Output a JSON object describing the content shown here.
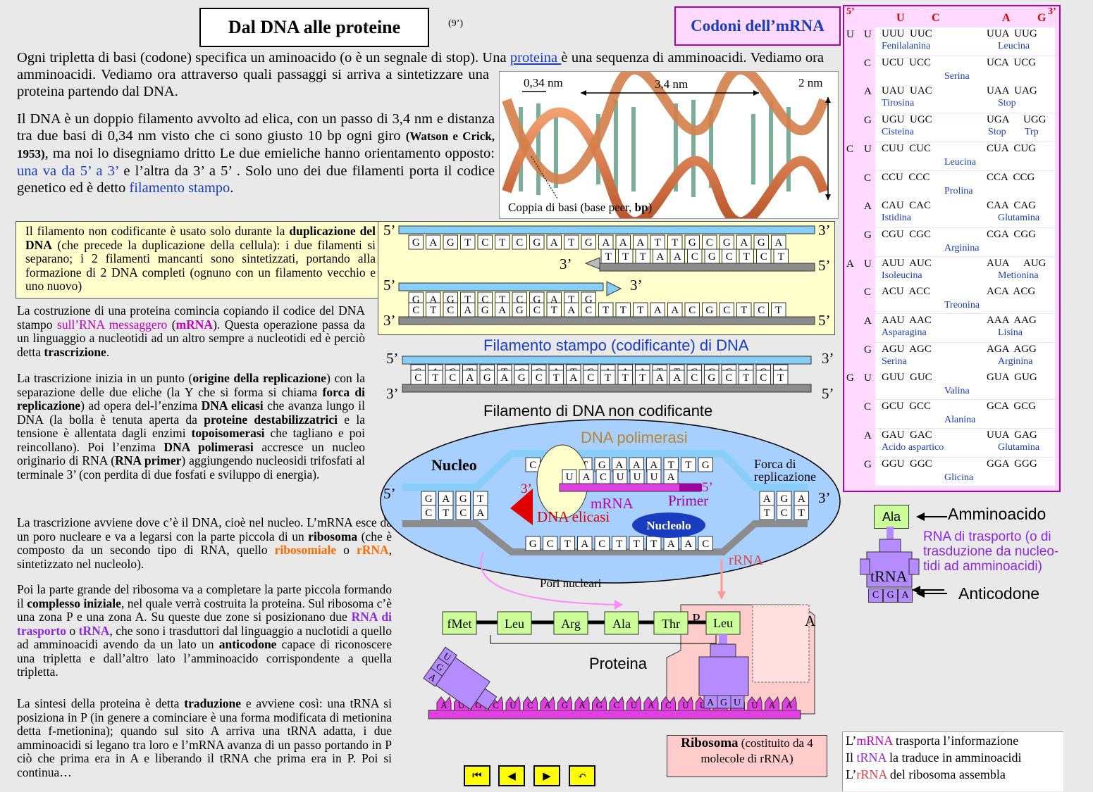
{
  "header": {
    "title": "Dal DNA alle proteine",
    "page_number": "(9’)",
    "codon_title": "Codoni dell’mRNA"
  },
  "intro": {
    "p1_a": "Ogni tripletta di basi (codone) specifica un aminoacido (o è un segnale di stop). Una ",
    "p1_link": "proteina ",
    "p1_b": "è una sequenza di amminoacidi. Vediamo ora attraverso quali passaggi si arriva a sintetizzare una proteina partendo dal DNA.",
    "p2_a": "Il DNA è un doppio filamento avvolto ad elica, con un passo di 3,4 nm e distanza tra due basi di 0,34 nm visto che ci sono giusto 10 bp ogni giro ",
    "p2_cite": "(Watson e Crick, 1953)",
    "p2_b": ", ma noi lo disegniamo dritto Le due emieliche hanno orientamento opposto: ",
    "p2_blue": "una va da 5’ a 3’",
    "p2_c": " e l’altra da 3’ a 5’ . Solo uno dei due filamenti porta il codice genetico ed è detto ",
    "p2_blue2": "filamento stampo",
    "p2_d": "."
  },
  "helix": {
    "label_034": "0,34 nm",
    "label_34": "3,4 nm",
    "label_2": "2 nm",
    "caption_a": "Coppia di basi (base peer, ",
    "caption_b": "bp",
    "caption_c": ")"
  },
  "yellow_box": {
    "text_a": "Il filamento non codificante è usato solo durante la ",
    "text_b": "duplicazione del DNA",
    "text_c": " (che precede la duplicazione della cellula): i due filamenti si separano; i 2 filamenti mancanti sono sintetizzati, portando alla formazione di 2 DNA completi (ognuno con un filamento vecchio e uno nuovo)"
  },
  "left_text": {
    "t1_a": "La costruzione di una proteina comincia copiando il codice del DNA stampo ",
    "t1_mag": "sull’RNA messaggero",
    "t1_b": " (",
    "t1_mrna": "mRNA",
    "t1_c": "). Questa operazione passa da un linguaggio a nucleotidi ad un altro sempre a nucleotidi ed è perciò detta ",
    "t1_bold": "trascrizione",
    "t1_d": ".",
    "t2_a": "La trascrizione inizia in un punto (",
    "t2_b1": "origine della replicazione",
    "t2_b": ") con la separazione delle due eliche (la Y che si forma si chiama ",
    "t2_b2": "forca di replicazione",
    "t2_c": ") ad opera del-l’enzima ",
    "t2_b3": "DNA elicasi",
    "t2_d": " che avanza lungo il DNA (la bolla è tenuta aperta da ",
    "t2_b4": "proteine destabilizzatrici",
    "t2_e": " e la tensione è allentata dagli enzimi ",
    "t2_b5": "topoisomerasi",
    "t2_f": " che tagliano e poi reincollano). Poi l’enzima ",
    "t2_b6": "DNA polimerasi",
    "t2_g": " accresce un nucleo originario di RNA (",
    "t2_b7": "RNA primer",
    "t2_h": ") aggiungendo nucleosidi trifosfati al terminale 3’ (con perdita di due fosfati e sviluppo di energia).",
    "t3_a": "La trascrizione avviene dove c’è il DNA, cioè nel nucleo. L’mRNA esce da un poro nucleare e va a legarsi con la parte piccola di un ",
    "t3_b": "ribosoma",
    "t3_c": " (che è composto da un secondo tipo di RNA, quello ",
    "t3_o1": "ribosomiale",
    "t3_d": " o ",
    "t3_o2": "rRNA",
    "t3_e": ", sintetizzato nel nucleolo).",
    "t4_a": "Poi la parte grande del ribosoma va a completare la parte piccola formando il ",
    "t4_b": "complesso iniziale",
    "t4_c": ", nel quale verrà costruita la proteina. Sul ribosoma c’è una zona P e una zona A. Su queste due zone si posizionano due ",
    "t4_p1": "RNA di trasporto",
    "t4_d": " o ",
    "t4_p2": "tRNA",
    "t4_e": ", che sono i trasduttori dal linguaggio a nuclotidi a quello ad amminoacidi avendo da un lato un ",
    "t4_b2": "anticodone",
    "t4_f": " capace di riconoscere una tripletta e dall’altro lato l’amminoacido corrispondente a quella tripletta.",
    "t5_a": "La sintesi della proteina è detta ",
    "t5_b": "traduzione",
    "t5_c": " e avviene così: una tRNA si posiziona in P (in genere a cominciare è una forma modificata di metionina detta f-metionina); quando sul sito A arriva una tRNA adatta, i due amminoacidi si legano tra loro e l’mRNA avanza di un passo portando in P ciò che prima era in A e liberando il tRNA che prima era in P.",
    "t5_d": "Poi si continua…"
  },
  "dna_strands": {
    "five": "5’",
    "three": "3’",
    "top_seq": [
      "G",
      "A",
      "G",
      "T",
      "C",
      "T",
      "C",
      "G",
      "A",
      "T",
      "G",
      "A",
      "A",
      "A",
      "T",
      "T",
      "G",
      "C",
      "G",
      "A",
      "G",
      "A"
    ],
    "bottom_seq": [
      "C",
      "T",
      "C",
      "A",
      "G",
      "A",
      "G",
      "C",
      "T",
      "A",
      "C",
      "T",
      "T",
      "T",
      "A",
      "A",
      "C",
      "G",
      "C",
      "T",
      "C",
      "T"
    ],
    "stampo_label": "Filamento stampo (codificante) di DNA",
    "noncod_label": "Filamento di DNA non codificante"
  },
  "nucleus": {
    "nucleo": "Nucleo",
    "dna_pol": "DNA polimerasi",
    "forca": "Forca di replicazione",
    "mrna": "mRNA",
    "primer": "Primer",
    "elicasi": "DNA elicasi",
    "nucleolo": "Nucleolo",
    "rrna": "rRNA",
    "pori": "Pori nucleari",
    "mrna_seq": [
      "U",
      "A",
      "C",
      "U",
      "U",
      "U",
      "A"
    ]
  },
  "translation": {
    "chain": [
      "fMet",
      "Leu",
      "Arg",
      "Ala",
      "Thr"
    ],
    "p_label": "P",
    "a_label": "A",
    "p_aa": "Leu",
    "proteina": "Proteina",
    "mrna_seq": [
      "A",
      "U",
      "G",
      "C",
      "U",
      "C",
      "A",
      "G",
      "A",
      "G",
      "C",
      "U",
      "A",
      "C",
      "U",
      "U",
      "U",
      "A",
      "U",
      "A",
      "A"
    ],
    "anticodon_p": [
      "A",
      "G",
      "U"
    ],
    "anticodon_left": [
      "U",
      "G",
      "A"
    ],
    "anticodon_right": [
      "A",
      "G",
      "U"
    ],
    "ribo_title": "Ribosoma",
    "ribo_sub": "(costituito da 4 molecole di rRNA)"
  },
  "trna_legend": {
    "aa": "Ala",
    "aa_label": "Amminoacido",
    "trna": "tRNA",
    "anticodon": [
      "C",
      "G",
      "A"
    ],
    "anticodon_label": "Anticodone",
    "desc": "RNA di trasporto (o di trasduzione da nucleo-tidi ad amminoacidi)"
  },
  "codon_table": {
    "header_5": "5’",
    "header_3": "3’",
    "cols": [
      "U",
      "C",
      "A",
      "G"
    ],
    "rows": [
      {
        "first": "U",
        "second": "U",
        "c1": "UUU  UUC",
        "aa1": "Fenilalanina",
        "c2": "UUA  UUG",
        "aa2": "Leucina"
      },
      {
        "first": "",
        "second": "C",
        "c1": "UCU  UCC",
        "aa1": "",
        "c2": "UCA  UCG",
        "aa2": "",
        "mid": "Serina"
      },
      {
        "first": "",
        "second": "A",
        "c1": "UAU  UAC",
        "aa1": "Tirosina",
        "c2": "UAA  UAG",
        "aa2": "Stop"
      },
      {
        "first": "",
        "second": "G",
        "c1": "UGU  UGC",
        "aa1": "Cisteina",
        "c2a": "UGA",
        "c2b": "UGG",
        "aa2a": "Stop",
        "aa2b": "Trp"
      },
      {
        "first": "C",
        "second": "U",
        "c1": "CUU  CUC",
        "aa1": "",
        "c2": "CUA  CUG",
        "aa2": "",
        "mid": "Leucina"
      },
      {
        "first": "",
        "second": "C",
        "c1": "CCU  CCC",
        "aa1": "",
        "c2": "CCA  CCG",
        "aa2": "",
        "mid": "Prolina"
      },
      {
        "first": "",
        "second": "A",
        "c1": "CAU  CAC",
        "aa1": "Istidina",
        "c2": "CAA  CAG",
        "aa2": "Glutamina"
      },
      {
        "first": "",
        "second": "G",
        "c1": "CGU  CGC",
        "aa1": "",
        "c2": "CGA  CGG",
        "aa2": "",
        "mid": "Arginina"
      },
      {
        "first": "A",
        "second": "U",
        "c1": "AUU  AUC",
        "aa1": "Isoleucina",
        "c2a": "AUA",
        "c2b": "AUG",
        "aa2": "Metionina"
      },
      {
        "first": "",
        "second": "C",
        "c1": "ACU  ACC",
        "aa1": "",
        "c2": "ACA  ACG",
        "aa2": "",
        "mid": "Treonina"
      },
      {
        "first": "",
        "second": "A",
        "c1": "AAU  AAC",
        "aa1": "Asparagina",
        "c2": "AAA  AAG",
        "aa2": "Lisina"
      },
      {
        "first": "",
        "second": "G",
        "c1": "AGU  AGC",
        "aa1": "Serina",
        "c2": "AGA  AGG",
        "aa2": "Arginina"
      },
      {
        "first": "G",
        "second": "U",
        "c1": "GUU  GUC",
        "aa1": "",
        "c2": "GUA  GUG",
        "aa2": "",
        "mid": "Valina"
      },
      {
        "first": "",
        "second": "C",
        "c1": "GCU  GCC",
        "aa1": "",
        "c2": "GCA  GCG",
        "aa2": "",
        "mid": "Alanina"
      },
      {
        "first": "",
        "second": "A",
        "c1": "GAU  GAC",
        "aa1": "Acido aspartico",
        "c2": "UUA  GAG",
        "aa2": "Glutamina"
      },
      {
        "first": "",
        "second": "G",
        "c1": "GGU  GGC",
        "aa1": "",
        "c2": "GGA  GGG",
        "aa2": "",
        "mid": "Glicina"
      }
    ]
  },
  "legend": {
    "l1_a": "L’",
    "l1_b": "mRNA",
    "l1_c": " trasporta l’informazione",
    "l2_a": "Il ",
    "l2_b": "tRNA",
    "l2_c": " la traduce in amminoacidi",
    "l3_a": "L’",
    "l3_b": "rRNA",
    "l3_c": " del ribosoma assembla"
  },
  "nav": {
    "first": "⏮",
    "prev": "◀",
    "next": "▶",
    "back": "↶"
  },
  "colors": {
    "strand_blue": "#87cefa",
    "strand_gray": "#8c8c8c",
    "mrna_magenta": "#e040e0",
    "trna_purple": "#b58cff",
    "aa_green": "#ccff99",
    "nucleus_blue": "#a8d0ff",
    "ribosome_pink": "#ffcccc"
  }
}
